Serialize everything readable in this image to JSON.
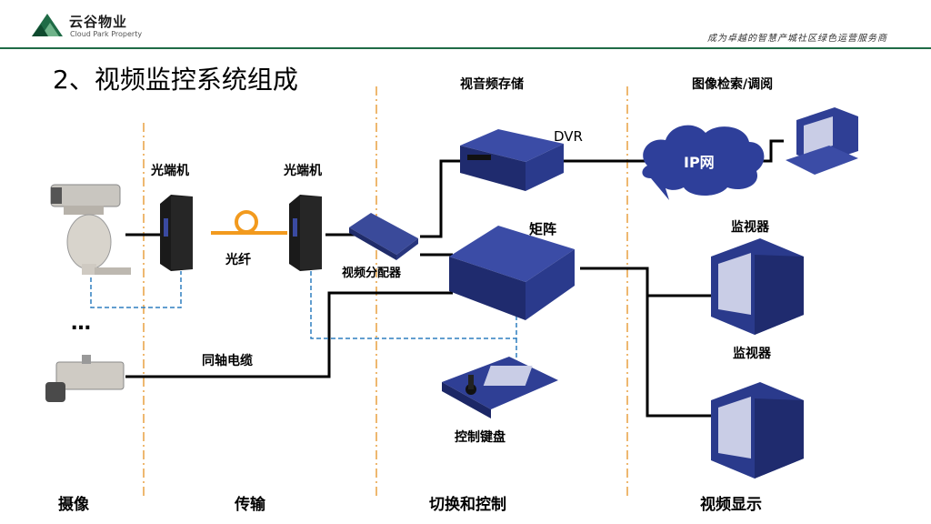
{
  "header": {
    "logo_main": "云谷物业",
    "logo_sub": "Cloud Park Property",
    "slogan": "成为卓越的智慧产城社区绿色运营服务商"
  },
  "title": "2、视频监控系统组成",
  "labels": {
    "storage": "视音频存储",
    "retrieval": "图像检索/调阅",
    "dvr": "DVR",
    "ip_net": "IP网",
    "optical_terminal_1": "光端机",
    "optical_terminal_2": "光端机",
    "fiber": "光纤",
    "matrix": "矩阵",
    "video_distributor": "视频分配器",
    "monitor_1": "监视器",
    "monitor_2": "监视器",
    "ellipsis": "…",
    "coax_cable": "同轴电缆",
    "control_keyboard": "控制键盘"
  },
  "sections": {
    "capture": "摄像",
    "transmission": "传输",
    "switch_control": "切换和控制",
    "display": "视频显示"
  },
  "colors": {
    "brand_green": "#1f6b46",
    "divider_orange": "#e8a040",
    "fiber_orange": "#f29a1e",
    "device_blue": "#2a3a8c",
    "cloud_blue": "#2e3f9a",
    "dashed_blue": "#2f7fbf"
  }
}
